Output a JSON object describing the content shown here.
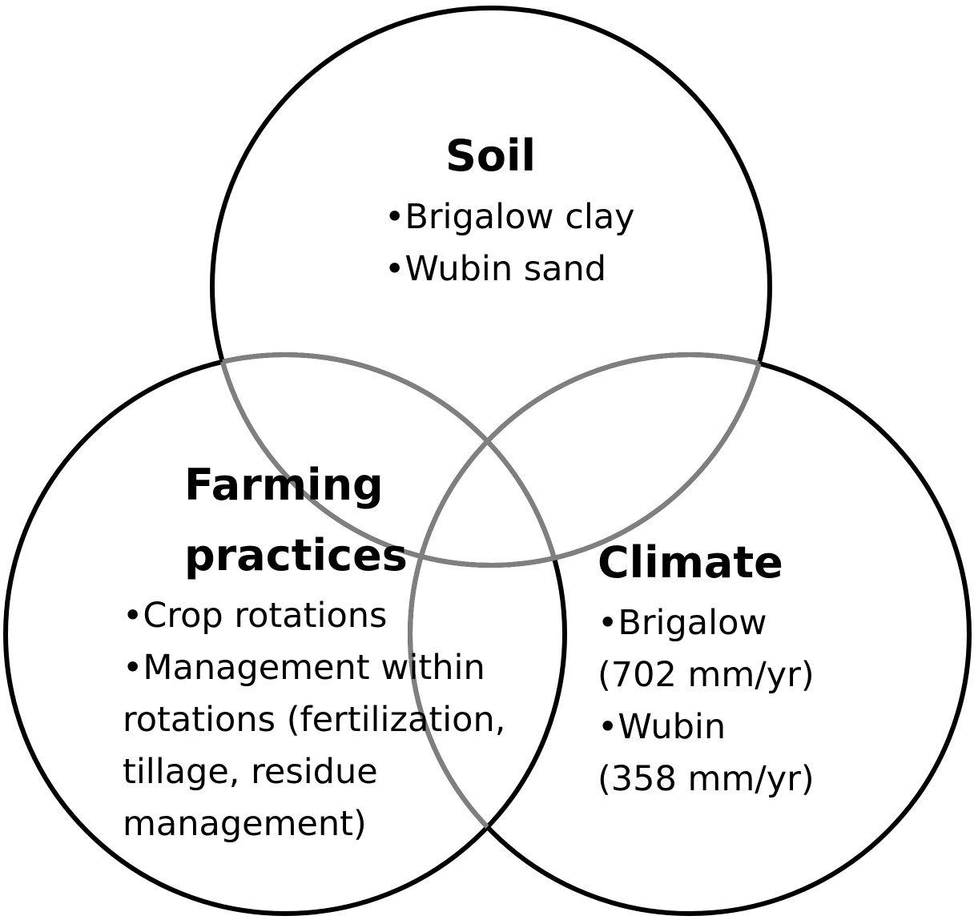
{
  "colors": {
    "outline": "#000000",
    "overlap_outline": "#7f7f7f",
    "background": "#ffffff"
  },
  "circles": {
    "soil": {
      "title": "Soil",
      "items": [
        "•Brigalow clay",
        "•Wubin sand"
      ]
    },
    "farming": {
      "title_line1": "Farming",
      "title_line2": "practices",
      "items": [
        "•Crop rotations",
        "•Management within",
        "rotations (fertilization,",
        "tillage, residue",
        "management)"
      ]
    },
    "climate": {
      "title": "Climate",
      "items": [
        "•Brigalow",
        "(702 mm/yr)",
        "•Wubin",
        "(358 mm/yr)"
      ]
    }
  }
}
